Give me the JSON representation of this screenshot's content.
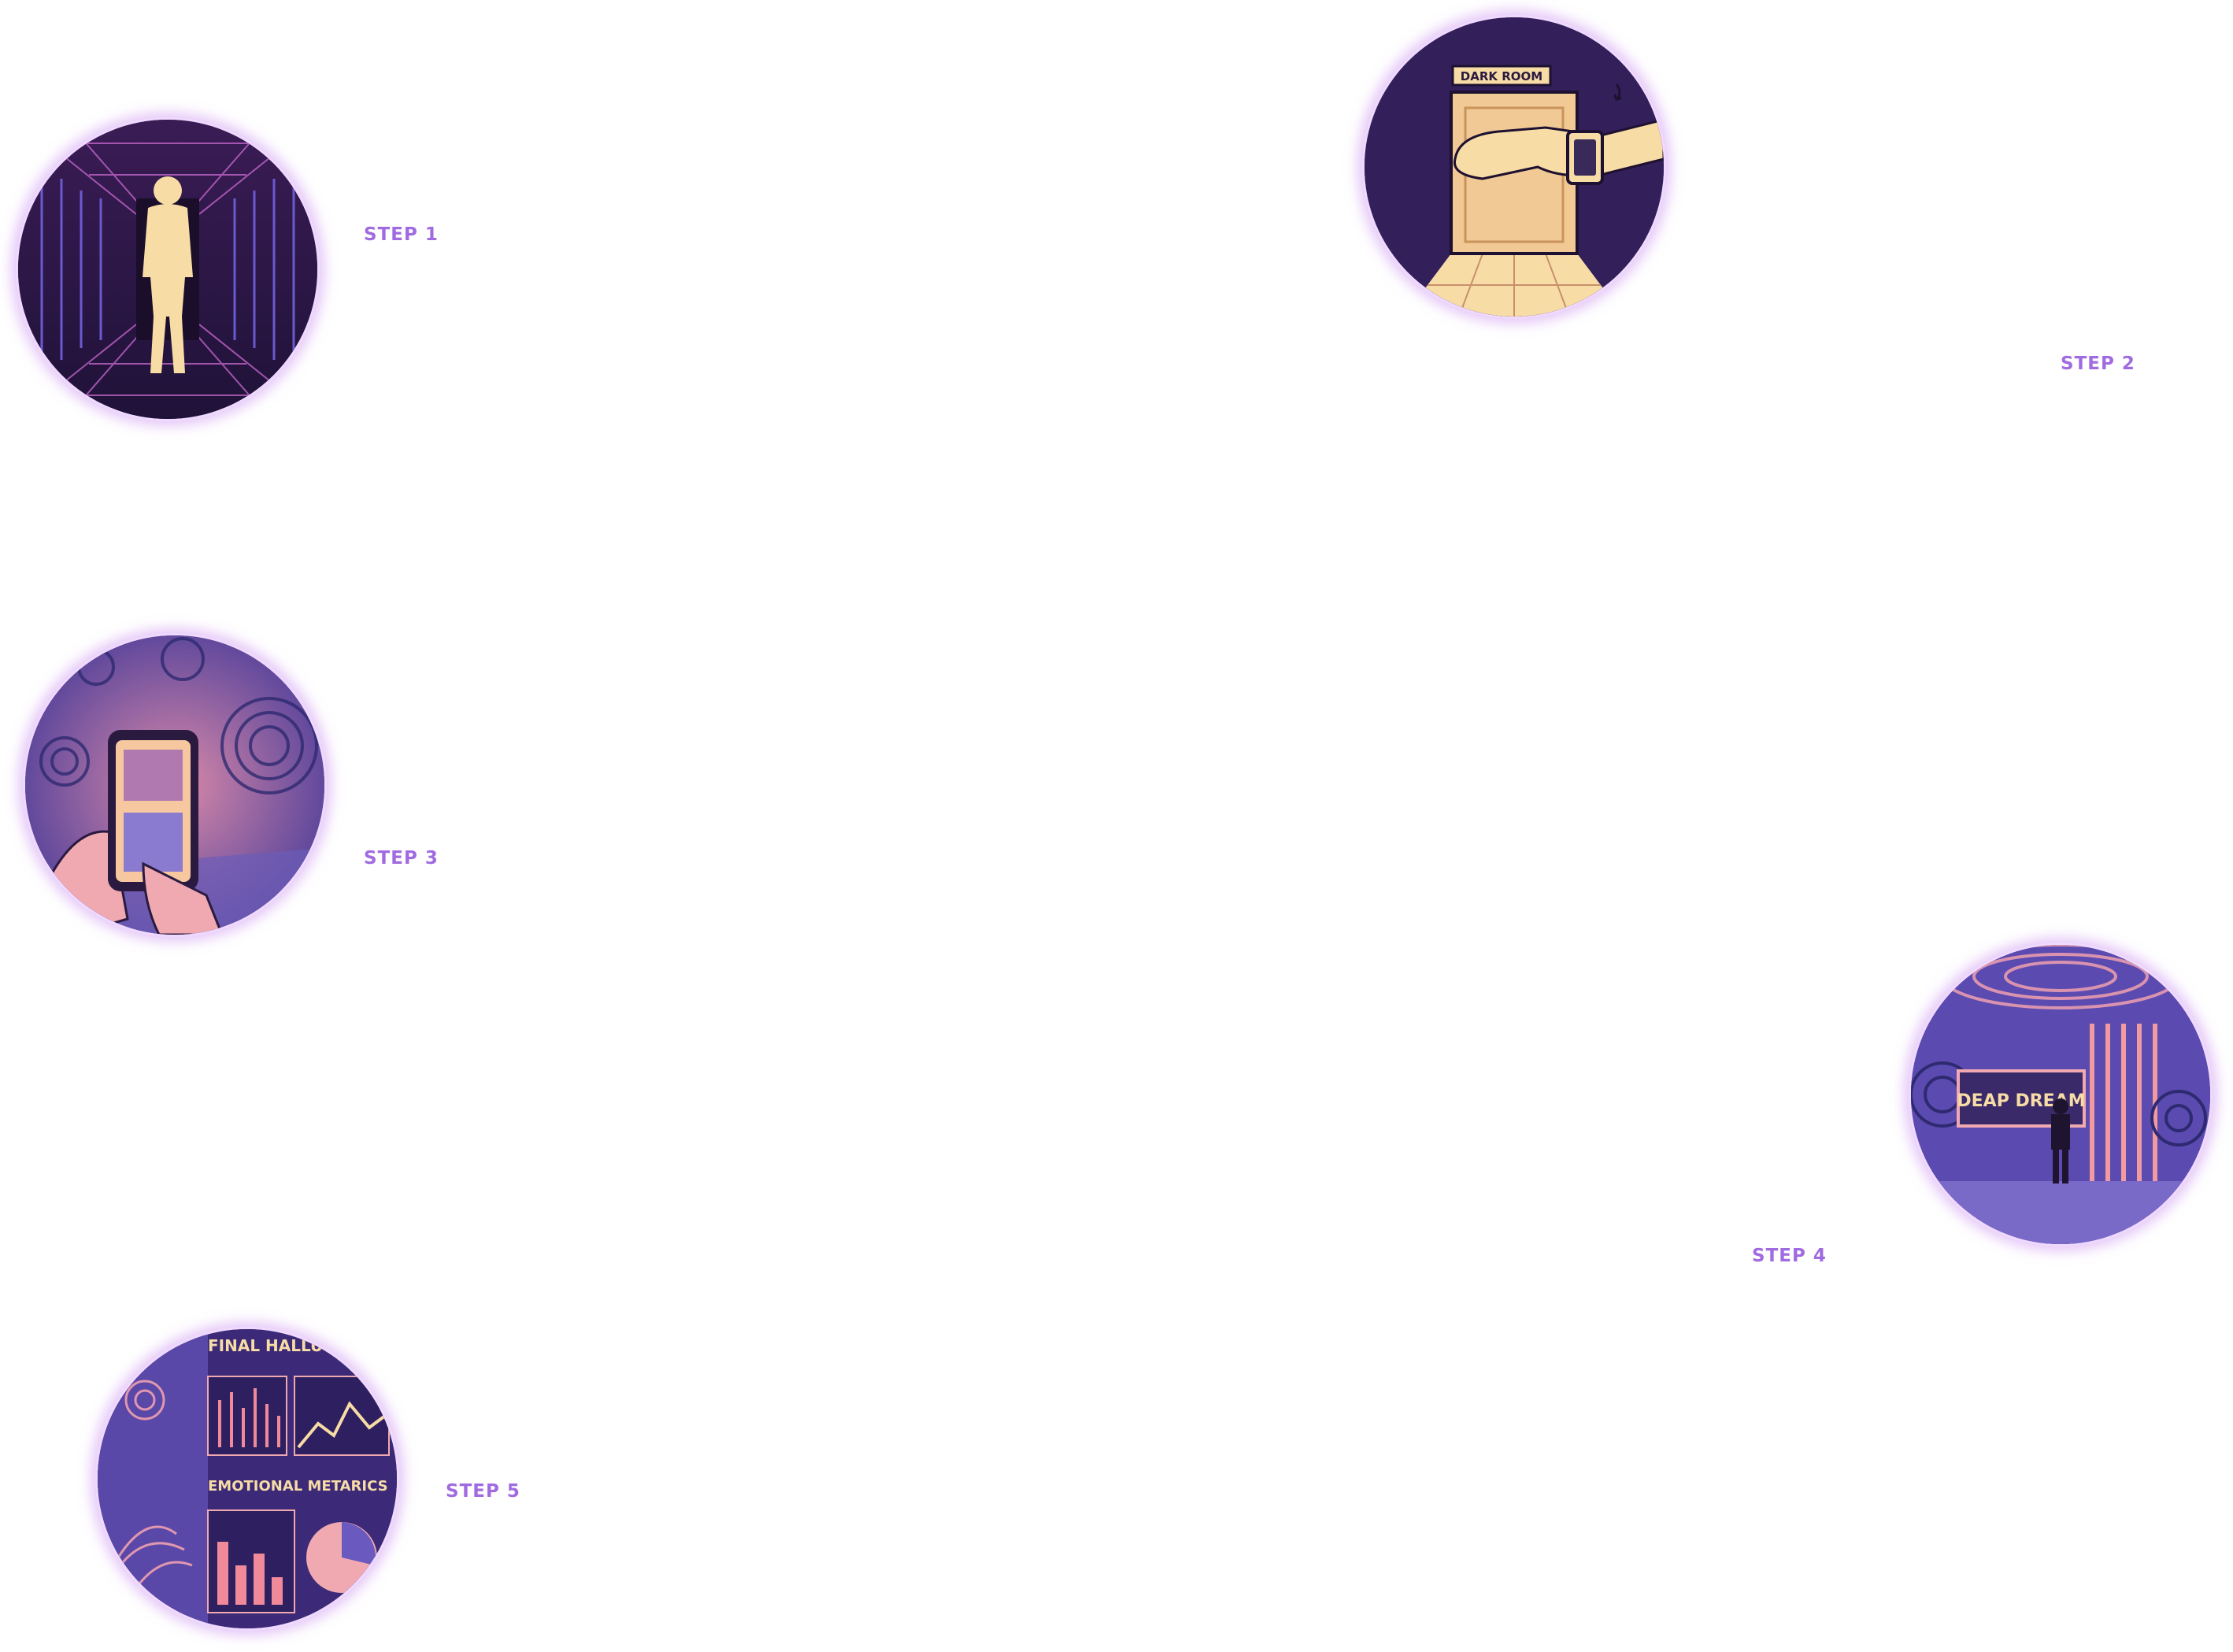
{
  "steps": [
    {
      "label": "STEP 1",
      "image": "person-standing-in-grid-corridor"
    },
    {
      "label": "STEP 2",
      "image": "hand-with-smartwatch-opening-dark-room-door",
      "sign": "DARK ROOM"
    },
    {
      "label": "STEP 3",
      "image": "hand-holding-smartphone-in-psychedelic-room"
    },
    {
      "label": "STEP 4",
      "image": "person-facing-deep-dream-screen",
      "sign": "DEAP DREAM"
    },
    {
      "label": "STEP 5",
      "image": "final-hallucination-metrics-dashboard",
      "title": "FINAL HALLUCINATIO",
      "subtitle": "EMOTIONAL METARICS"
    }
  ],
  "colors": {
    "label": "#a06be0",
    "dark_purple": "#2e1a4e",
    "mid_purple": "#5a4aa8",
    "pink": "#f08a9a",
    "cream": "#f7dca6",
    "glow": "#d89ef2"
  }
}
